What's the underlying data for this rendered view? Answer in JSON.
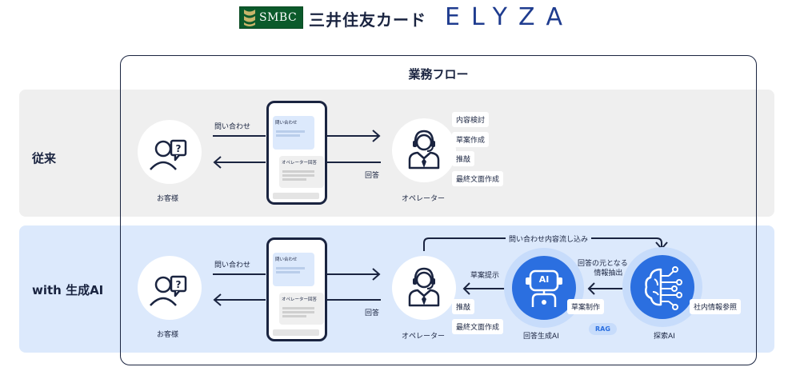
{
  "header": {
    "smbc_logo_text": "SMBC",
    "smbc_card_text": "三井住友カード",
    "elyza_logo_text": "ELYZA"
  },
  "flow_title": "業務フロー",
  "rows": {
    "traditional": {
      "label": "従来",
      "customer_label": "お客様",
      "inquiry_label": "問い合わせ",
      "answer_label": "回答",
      "phone_inquiry": "問い合わせ",
      "phone_operator": "オペレーター回答",
      "operator_label": "オペレーター",
      "tasks": [
        "内容検討",
        "草案作成",
        "推敲",
        "最終文面作成"
      ]
    },
    "with_ai": {
      "label": "with 生成AI",
      "customer_label": "お客様",
      "inquiry_label": "問い合わせ",
      "answer_label": "回答",
      "phone_inquiry": "問い合わせ",
      "phone_operator": "オペレーター回答",
      "operator_label": "オペレーター",
      "tasks": [
        "推敲",
        "最終文面作成"
      ],
      "flow_in_label": "問い合わせ内容流し込み",
      "draft_present_label": "草案提示",
      "source_extract_label_1": "回答の元となる",
      "source_extract_label_2": "情報抽出",
      "draft_make_tag": "草案制作",
      "rag_label": "RAG",
      "answer_ai_label": "回答生成AI",
      "ai_badge": "AI",
      "search_ai_label": "探索AI",
      "internal_ref_tag": "社内情報参照"
    }
  },
  "colors": {
    "navy": "#1a2440",
    "ai_blue": "#2b6fe0",
    "ai_row_bg": "#dce9fc",
    "trad_row_bg": "#efefef",
    "smbc_green": "#0b5a2b"
  }
}
